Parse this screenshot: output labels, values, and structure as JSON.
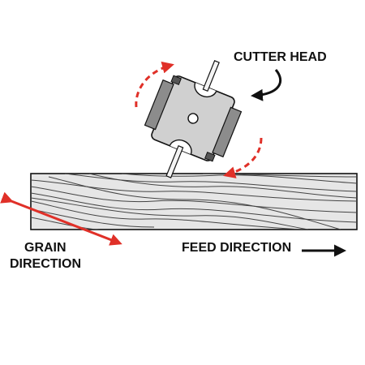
{
  "labels": {
    "cutter_head": "CUTTER HEAD",
    "grain_direction_line1": "GRAIN",
    "grain_direction_line2": "DIRECTION",
    "feed_direction": "FEED DIRECTION"
  },
  "colors": {
    "arrow_red": "#e03028",
    "ink": "#111111",
    "board_fill": "#e6e6e6",
    "cutter_fill": "#d0d0d0"
  },
  "icons": {
    "rotation": "curved-dashed-red-arrow",
    "feed": "right-arrow",
    "grain": "double-headed-red-arrow"
  }
}
